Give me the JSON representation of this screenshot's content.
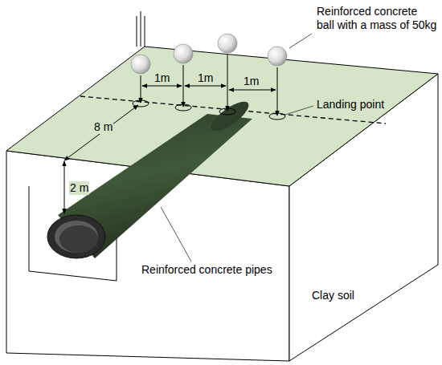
{
  "diagram": {
    "labels": [
      "Reinforced concrete ball with a mass of 50kg",
      "1m",
      "1m",
      "1m",
      "Landing point",
      "8 m",
      "2 m",
      "Reinforced concrete pipes",
      "Clay soil"
    ]
  }
}
